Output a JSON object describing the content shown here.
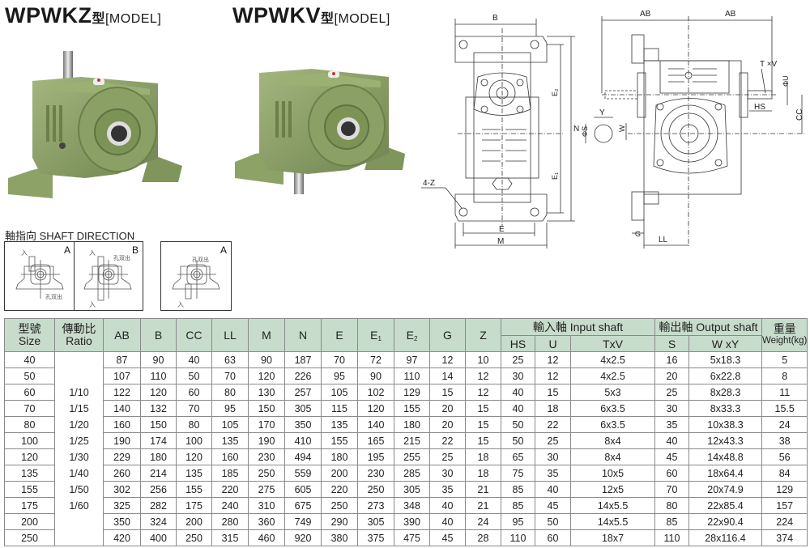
{
  "titles": [
    {
      "model": "WPWKZ",
      "suffix_cjk": "型",
      "suffix": "[MODEL]"
    },
    {
      "model": "WPWKV",
      "suffix_cjk": "型",
      "suffix": "[MODEL]"
    }
  ],
  "photos": [
    {
      "label": "wpwkz-gearbox-photo",
      "color": "#8fa36a"
    },
    {
      "label": "wpwkv-gearbox-photo",
      "color": "#8fa36a"
    }
  ],
  "drawings": {
    "front": {
      "labels": {
        "B": "B",
        "N": "N",
        "E2": "E₂",
        "E1": "E₁",
        "Z": "4-Z",
        "E": "E",
        "M": "M"
      }
    },
    "side": {
      "labels": {
        "AB_left": "AB",
        "AB_right": "AB",
        "TV": "T ×V",
        "U": "ΦU",
        "HS": "HS",
        "CC": "CC",
        "Y": "Y",
        "W": "W",
        "S": "ΦS",
        "G": "G",
        "LL": "LL"
      }
    }
  },
  "shaft_direction": {
    "heading": "軸指向  SHAFT DIRECTION",
    "boxes": [
      {
        "letter": "A",
        "in_label": "入",
        "out_label": "孔双出"
      },
      {
        "letter": "B",
        "in_label": "入",
        "out_label": "孔双出"
      },
      {
        "letter": "A",
        "in_label": "入",
        "out_label": "孔双出"
      }
    ]
  },
  "table": {
    "header_color": "#c7dccb",
    "headers": {
      "size_cjk": "型號",
      "size": "Size",
      "ratio_cjk": "傳動比",
      "ratio": "Ratio",
      "cols": [
        "AB",
        "B",
        "CC",
        "LL",
        "M",
        "N",
        "E",
        "E",
        "E",
        "G",
        "Z"
      ],
      "col_subs": [
        "",
        "",
        "",
        "",
        "",
        "",
        "",
        "1",
        "2",
        "",
        ""
      ],
      "input_group": "輸入軸 Input shaft",
      "output_group": "輸出軸 Output shaft",
      "input_cols": [
        "HS",
        "U",
        "TxV"
      ],
      "output_cols": [
        "S",
        "W xY"
      ],
      "weight_cjk": "重量",
      "weight": "Weight(kg)"
    },
    "ratios": [
      "",
      "",
      "1/10",
      "1/15",
      "1/20",
      "1/25",
      "1/30",
      "1/40",
      "1/50",
      "1/60",
      "",
      ""
    ],
    "rows": [
      [
        "40",
        "87",
        "90",
        "40",
        "63",
        "90",
        "187",
        "70",
        "72",
        "97",
        "12",
        "10",
        "25",
        "12",
        "4x2.5",
        "16",
        "5x18.3",
        "5"
      ],
      [
        "50",
        "107",
        "110",
        "50",
        "70",
        "120",
        "226",
        "95",
        "90",
        "110",
        "14",
        "12",
        "30",
        "12",
        "4x2.5",
        "20",
        "6x22.8",
        "8"
      ],
      [
        "60",
        "122",
        "120",
        "60",
        "80",
        "130",
        "257",
        "105",
        "102",
        "129",
        "15",
        "12",
        "40",
        "15",
        "5x3",
        "25",
        "8x28.3",
        "11"
      ],
      [
        "70",
        "140",
        "132",
        "70",
        "95",
        "150",
        "305",
        "115",
        "120",
        "155",
        "20",
        "15",
        "40",
        "18",
        "6x3.5",
        "30",
        "8x33.3",
        "15.5"
      ],
      [
        "80",
        "160",
        "150",
        "80",
        "105",
        "170",
        "350",
        "135",
        "140",
        "180",
        "20",
        "15",
        "50",
        "22",
        "6x3.5",
        "35",
        "10x38.3",
        "24"
      ],
      [
        "100",
        "190",
        "174",
        "100",
        "135",
        "190",
        "410",
        "155",
        "165",
        "215",
        "22",
        "15",
        "50",
        "25",
        "8x4",
        "40",
        "12x43.3",
        "38"
      ],
      [
        "120",
        "229",
        "180",
        "120",
        "160",
        "230",
        "494",
        "180",
        "195",
        "255",
        "25",
        "18",
        "65",
        "30",
        "8x4",
        "45",
        "14x48.8",
        "56"
      ],
      [
        "135",
        "260",
        "214",
        "135",
        "185",
        "250",
        "559",
        "200",
        "230",
        "285",
        "30",
        "18",
        "75",
        "35",
        "10x5",
        "60",
        "18x64.4",
        "84"
      ],
      [
        "155",
        "302",
        "256",
        "155",
        "220",
        "275",
        "605",
        "220",
        "250",
        "305",
        "35",
        "21",
        "85",
        "40",
        "12x5",
        "70",
        "20x74.9",
        "129"
      ],
      [
        "175",
        "325",
        "282",
        "175",
        "240",
        "310",
        "675",
        "250",
        "273",
        "348",
        "40",
        "21",
        "85",
        "45",
        "14x5.5",
        "80",
        "22x85.4",
        "157"
      ],
      [
        "200",
        "350",
        "324",
        "200",
        "280",
        "360",
        "749",
        "290",
        "305",
        "390",
        "40",
        "24",
        "95",
        "50",
        "14x5.5",
        "85",
        "22x90.4",
        "224"
      ],
      [
        "250",
        "420",
        "400",
        "250",
        "315",
        "460",
        "920",
        "380",
        "375",
        "475",
        "45",
        "28",
        "110",
        "60",
        "18x7",
        "110",
        "28x116.4",
        "374"
      ]
    ]
  }
}
